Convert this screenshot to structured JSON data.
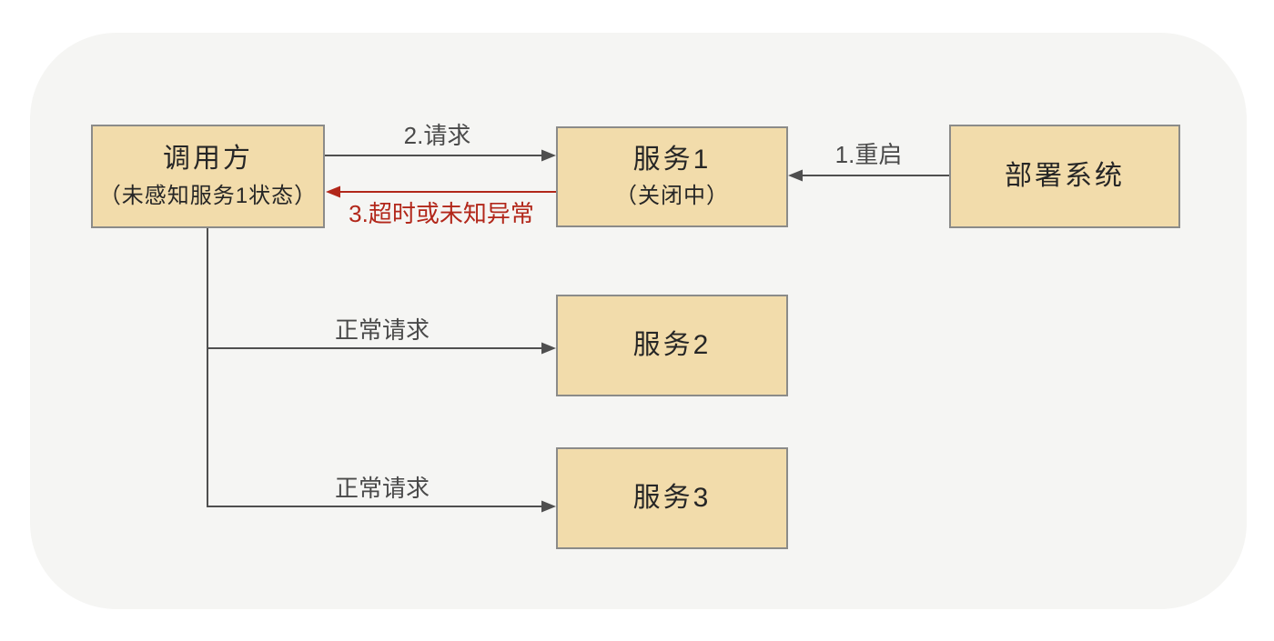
{
  "colors": {
    "page_bg": "#ffffff",
    "canvas_bg": "#f5f5f3",
    "box_fill": "#f2dcab",
    "box_border": "#8b8b89",
    "box_text": "#262626",
    "arrow": "#4f4f4f",
    "label_text": "#4a4a4a",
    "error": "#b2271a"
  },
  "nodes": {
    "caller": {
      "title": "调用方",
      "subtitle": "（未感知服务1状态）"
    },
    "service1": {
      "title": "服务1",
      "subtitle": "（关闭中）"
    },
    "deploy": {
      "title": "部署系统"
    },
    "service2": {
      "title": "服务2"
    },
    "service3": {
      "title": "服务3"
    }
  },
  "edges": {
    "restart": {
      "label": "1.重启",
      "from": "部署系统",
      "to": "服务1"
    },
    "request": {
      "label": "2.请求",
      "from": "调用方",
      "to": "服务1"
    },
    "timeout": {
      "label": "3.超时或未知异常",
      "from": "服务1",
      "to": "调用方"
    },
    "normal2": {
      "label": "正常请求",
      "from": "调用方",
      "to": "服务2"
    },
    "normal3": {
      "label": "正常请求",
      "from": "调用方",
      "to": "服务3"
    }
  }
}
